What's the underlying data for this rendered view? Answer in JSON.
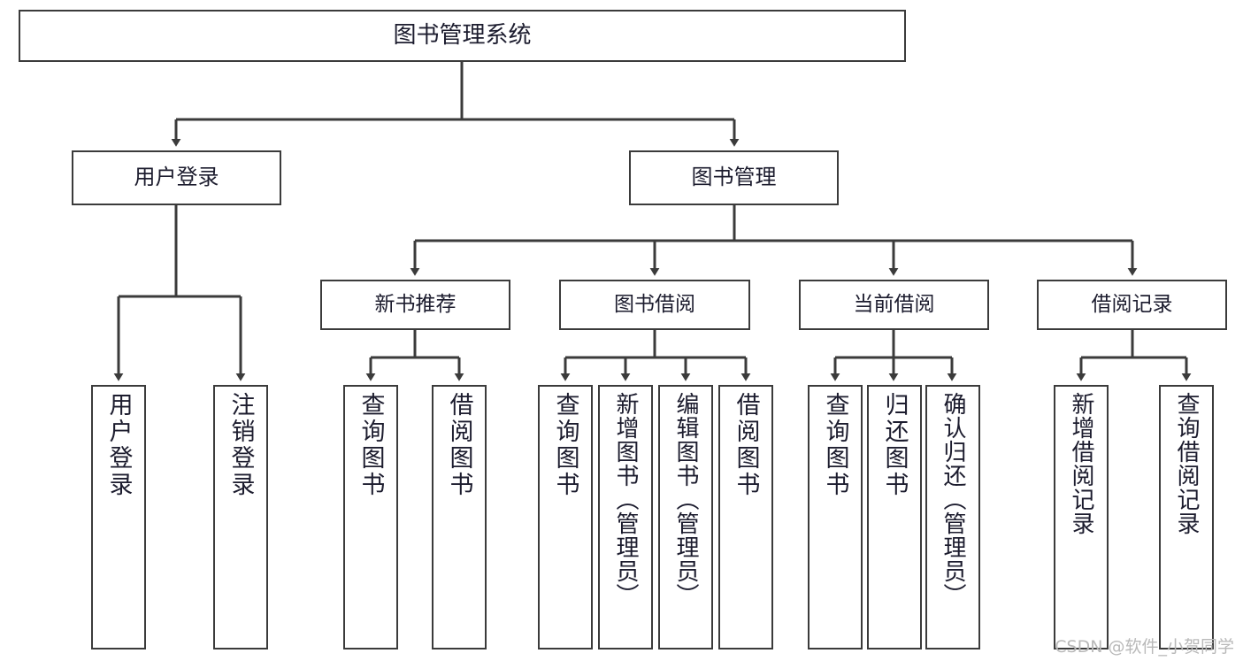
{
  "diagram": {
    "title_box": {
      "label": "图书管理系统"
    },
    "level1": [
      {
        "label": "用户登录"
      },
      {
        "label": "图书管理"
      }
    ],
    "level2": [
      {
        "label": "新书推荐"
      },
      {
        "label": "图书借阅"
      },
      {
        "label": "当前借阅"
      },
      {
        "label": "借阅记录"
      }
    ],
    "leaves": {
      "user_login": [
        {
          "label": "用户登录"
        },
        {
          "label": "注销登录"
        }
      ],
      "new_book_recommend": [
        {
          "label": "查询图书"
        },
        {
          "label": "借阅图书"
        }
      ],
      "book_borrow": [
        {
          "label": "查询图书"
        },
        {
          "label": "新增图书（管理员）"
        },
        {
          "label": "编辑图书（管理员）"
        },
        {
          "label": "借阅图书"
        }
      ],
      "current_borrow": [
        {
          "label": "查询图书"
        },
        {
          "label": "归还图书"
        },
        {
          "label": "确认归还（管理员）"
        }
      ],
      "borrow_record": [
        {
          "label": "新增借阅记录"
        },
        {
          "label": "查询借阅记录"
        }
      ]
    }
  },
  "watermark": {
    "text": "CSDN @软件_小贺同学"
  },
  "colors": {
    "line": "#3b3b3b",
    "box_border": "#3b3b3b",
    "box_fill": "#ffffff",
    "text": "#1c1c2e",
    "watermark": "#b9b9b9"
  }
}
